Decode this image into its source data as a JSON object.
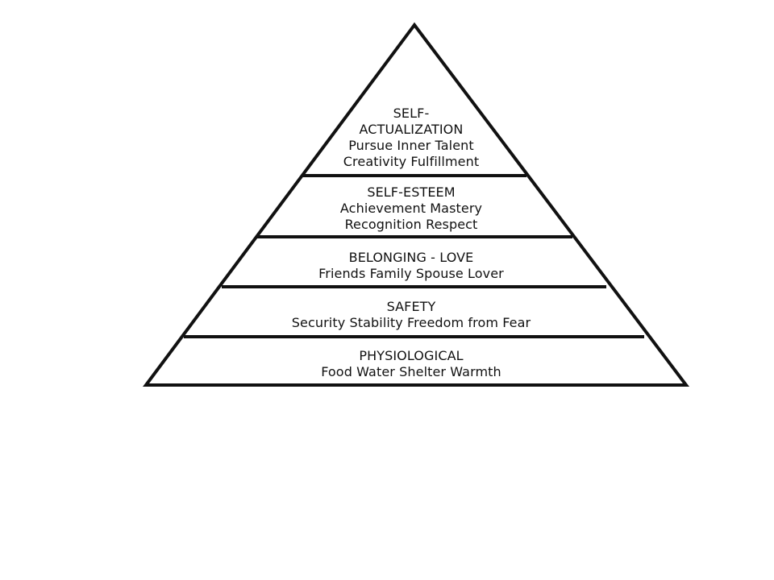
{
  "pyramid": {
    "line_color": "#111111",
    "fill_color": "#ffffff",
    "tiers": [
      {
        "id": "self-actualization",
        "lines": [
          "SELF-",
          "ACTUALIZATION",
          "Pursue Inner Talent",
          "Creativity  Fulfillment"
        ]
      },
      {
        "id": "self-esteem",
        "lines": [
          "SELF-ESTEEM",
          "Achievement Mastery",
          "Recognition  Respect"
        ]
      },
      {
        "id": "belonging-love",
        "lines": [
          "BELONGING - LOVE",
          "Friends  Family  Spouse  Lover"
        ]
      },
      {
        "id": "safety",
        "lines": [
          "SAFETY",
          "Security  Stability  Freedom from Fear"
        ]
      },
      {
        "id": "physiological",
        "lines": [
          "PHYSIOLOGICAL",
          "Food  Water  Shelter  Warmth"
        ]
      }
    ]
  }
}
